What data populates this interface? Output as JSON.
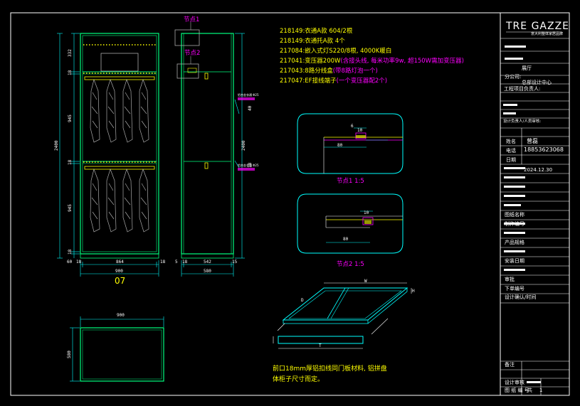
{
  "notes": {
    "line1": "218149:衣通A款 604/2根",
    "line2": "218149:衣通托A款 4个",
    "line3": "217084:嵌入式灯S220/8根, 4000K暖白",
    "line4_a": "217041:变压器200W",
    "line4_b": "(含接头线, 每米功率9w, 超150W需加变压器)",
    "line5_a": "217043:8路分线盒",
    "line5_b": "(带8路灯泡一个)",
    "line6_a": "217047:EF接线端子",
    "line6_b": "(一个变压器配2个)"
  },
  "node_labels": {
    "n1": "节点1",
    "n2": "节点2",
    "detail1": "节点1 1:5",
    "detail2": "节点2 1:5"
  },
  "view_label": "07",
  "bottom_note": {
    "l1": "前口18mm厚铝扣线同门板材料, 铝拼盘",
    "l2": "体柜子尺寸而定。"
  },
  "dims": {
    "front_width": "900",
    "front_inner": "864",
    "front_left": "18",
    "front_right": "18",
    "front_total_height": "2400",
    "h_top": "332",
    "h_a": "18",
    "h_mid": "945",
    "h_b": "18",
    "h_low": "945",
    "h_base": "18",
    "h_plinth": "60",
    "side_width": "580",
    "side_inner": "542",
    "side_a": "18",
    "side_b": "5",
    "side_c": "15",
    "side_height": "2400",
    "side_h1": "40",
    "side_h2": "18",
    "plan_width": "900",
    "plan_depth": "580",
    "d1_80": "80",
    "d1_6": "6",
    "d1_10": "10",
    "d2_80": "80",
    "d2_10": "10",
    "tray_w": "W",
    "tray_d": "D",
    "tray_t": "T",
    "tray_h": "H"
  },
  "legend_tags": {
    "tag1": "铝合金衣通 Φ25",
    "tag2": "铝合金衣通 Φ25"
  },
  "title_block": {
    "logo": "TRE GAZZE",
    "logo_sub": "意大利整体家居品牌",
    "project_label": "展厅",
    "company_label": "分公司:",
    "company_value": "总部设计中心",
    "contact_label": "工程项目负责人:",
    "contact_blank": "",
    "designer_label": "设计负责人/人员审核:",
    "name_label": "姓名",
    "name_value": "曾磊",
    "phone_label": "电话",
    "phone_value": "18853623068",
    "date_label": "日期",
    "date_value": "2024.12.30",
    "field_a": "图纸名称",
    "field_b": "制作编号",
    "field_c": "产品规格",
    "field_d": "安装日期",
    "field_e": "审批",
    "field_f": "下单编号",
    "field_g": "设计确认/时间",
    "field_h": "备注",
    "field_i": "设计审核",
    "field_j": "图 纸 编 号",
    "page_label": "共",
    "page_value": "1"
  },
  "colors": {
    "frame": "#ffffff",
    "cabinet": "#00ff7f",
    "yellow": "#ffff00",
    "magenta": "#ff00ff",
    "cyan": "#00ffff"
  }
}
